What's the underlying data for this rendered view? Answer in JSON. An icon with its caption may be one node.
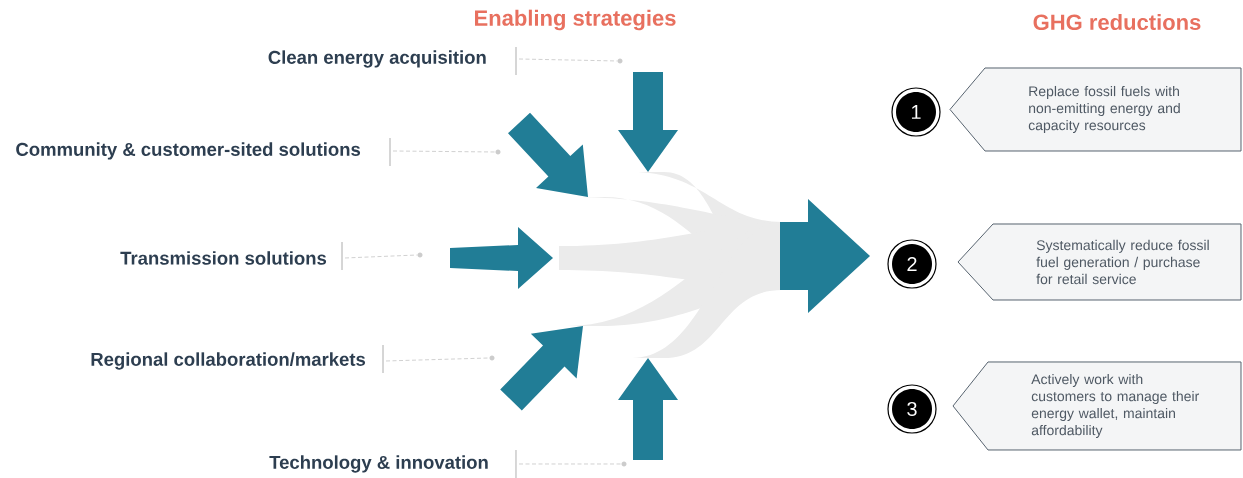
{
  "diagram": {
    "nodes": [
      {
        "text": [
          "Clean energy acquisition"
        ]
      },
      {
        "text": [
          "Community & customer-sited solutions"
        ]
      },
      {
        "text": [
          "Transmission solutions"
        ]
      },
      {
        "text": [
          "Regional collaboration/markets"
        ]
      },
      {
        "text": [
          "Technology & innovation"
        ]
      },
      {
        "text": [
          "1"
        ]
      },
      {
        "text": [
          "2"
        ]
      },
      {
        "text": [
          "3"
        ]
      },
      {
        "text": [
          "Replace fossil fuels with non-emitting energy and capacity resources"
        ]
      },
      {
        "text": [
          "Systematically reduce fossil fuel generation / purchase for retail service"
        ]
      },
      {
        "text": [
          "Actively work with customers to manage their energy wallet, maintain affordability"
        ]
      },
      {
        "text": [],
        "shape": "circle"
      },
      {
        "text": [],
        "shape": "circle"
      },
      {
        "text": [],
        "shape": "circle"
      },
      {
        "text": [],
        "shape": "circle"
      },
      {
        "text": [],
        "shape": "circle"
      }
    ],
    "edges": [
      {
        "from": 0,
        "to": 11,
        "arrow": "none",
        "style": "dashed"
      },
      {
        "from": 1,
        "to": 12,
        "arrow": "none",
        "style": "dashed"
      },
      {
        "from": 2,
        "to": 13,
        "arrow": "none",
        "style": "dashed"
      },
      {
        "from": 3,
        "to": 14,
        "arrow": "none",
        "style": "dashed"
      },
      {
        "from": 4,
        "to": 15,
        "arrow": "none",
        "style": "dashed"
      }
    ],
    "labels": [
      "Enabling strategies",
      "GHG reductions"
    ]
  }
}
